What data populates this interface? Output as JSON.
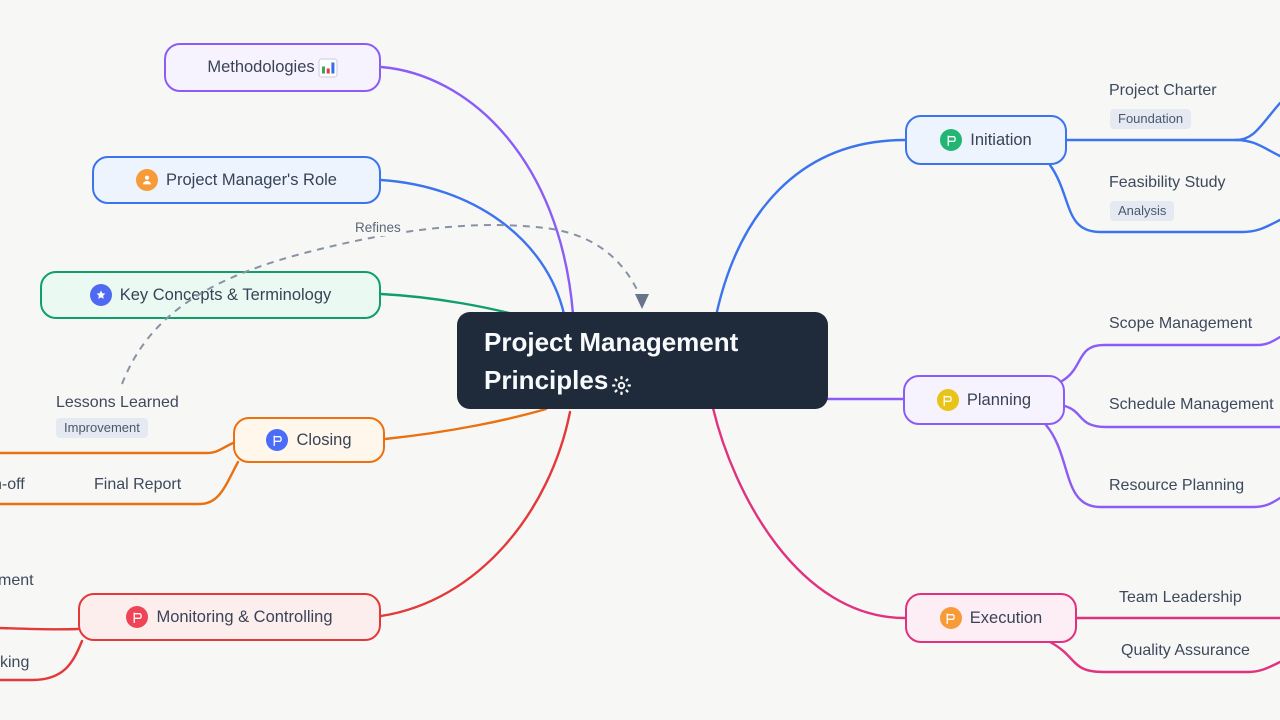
{
  "colors": {
    "background": "#f7f7f6",
    "center_bg": "#1f2b3b",
    "branch_purple": "#8b5cf6",
    "branch_blue": "#3b74ec",
    "branch_green": "#0f9f6a",
    "branch_orange": "#eb700f",
    "branch_red": "#e23a3a",
    "branch_pink": "#e0327f",
    "icon_green": "#22b573",
    "icon_yellow": "#e8c318",
    "icon_orange": "#f79b38",
    "icon_blue": "#4a6cf7",
    "icon_red": "#ef4456",
    "icon_indigo": "#5069f2",
    "tag_bg": "#e4e9f2",
    "dashed_link": "#8793a5"
  },
  "center": {
    "title_line1": "Project Management",
    "title_line2": "Principles"
  },
  "annotation": {
    "label": "Refines"
  },
  "nodes": {
    "methodologies": {
      "label": "Methodologies"
    },
    "pm_role": {
      "label": "Project Manager's Role"
    },
    "key_concepts": {
      "label": "Key Concepts & Terminology"
    },
    "closing": {
      "label": "Closing"
    },
    "monitoring": {
      "label": "Monitoring & Controlling"
    },
    "initiation": {
      "label": "Initiation"
    },
    "planning": {
      "label": "Planning"
    },
    "execution": {
      "label": "Execution"
    }
  },
  "children": {
    "project_charter": {
      "label": "Project Charter",
      "tag": "Foundation"
    },
    "feasibility_study": {
      "label": "Feasibility Study",
      "tag": "Analysis"
    },
    "scope": {
      "label": "Scope Management"
    },
    "schedule": {
      "label": "Schedule Management"
    },
    "resource": {
      "label": "Resource Planning"
    },
    "team_leadership": {
      "label": "Team Leadership"
    },
    "quality_assurance": {
      "label": "Quality Assurance"
    },
    "lessons_learned": {
      "label": "Lessons Learned",
      "tag": "Improvement"
    },
    "final_report": {
      "label": "Final Report"
    },
    "sign_off_fragment": {
      "label": "n-off"
    },
    "fragment_ment": {
      "label": "ment"
    },
    "fragment_king": {
      "label": "king"
    }
  }
}
